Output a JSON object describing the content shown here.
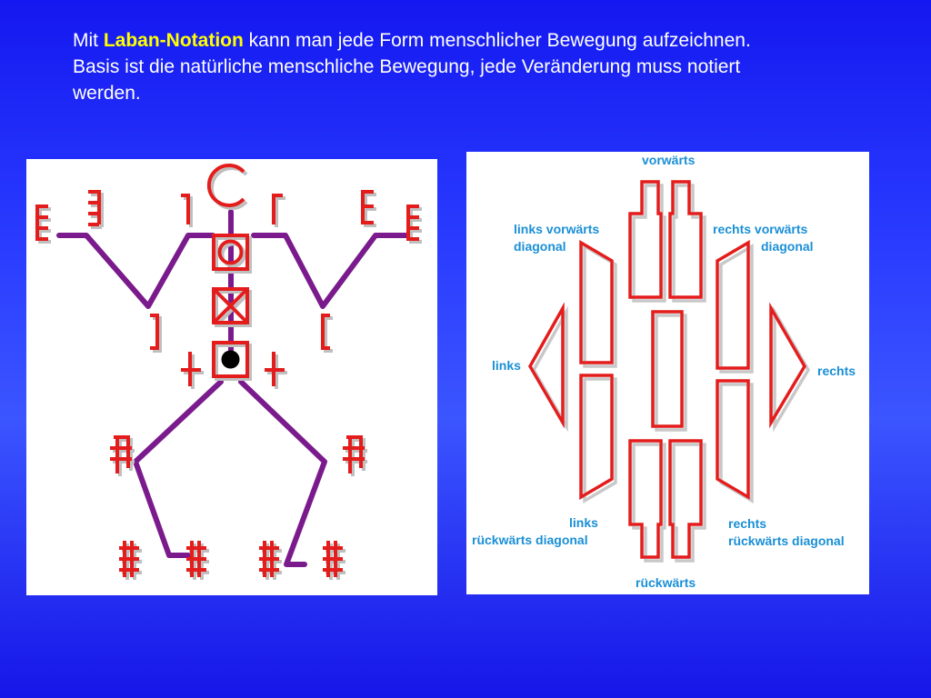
{
  "intro": {
    "prefix": "Mit ",
    "highlight": "Laban-Notation",
    "rest": " kann man jede Form menschlicher Bewegung aufzeichnen. Basis ist die natürliche menschliche Bewegung, jede Veränderung muss notiert werden."
  },
  "directions": {
    "forward": "vorwärts",
    "left_forward_1": "links vorwärts",
    "left_forward_2": "diagonal",
    "right_forward_1": "rechts vorwärts",
    "right_forward_2": "diagonal",
    "left": "links",
    "right": "rechts",
    "left_back_1": "links",
    "left_back_2": "rückwärts diagonal",
    "right_back_1": "rechts",
    "right_back_2": "rückwärts diagonal",
    "backward": "rückwärts"
  },
  "colors": {
    "symbol_red": "#e41a1a",
    "limb_purple": "#7a1a8c",
    "label_blue": "#1a8fd6"
  }
}
